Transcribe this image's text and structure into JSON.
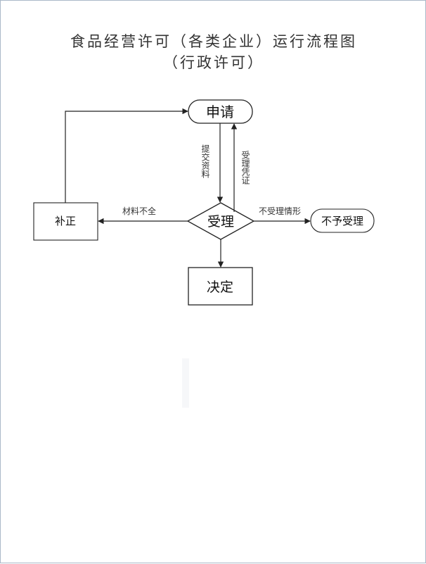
{
  "title": {
    "line1": "食品经营许可（各类企业）运行流程图",
    "line2": "（行政许可）"
  },
  "nodes": {
    "apply": "申请",
    "accept": "受理",
    "correct": "补正",
    "reject": "不予受理",
    "decide": "决定"
  },
  "edges": {
    "submit_materials": "提交资料",
    "acceptance_certificate": "受理凭证",
    "incomplete_materials": "材料不全",
    "not_accepted_cases": "不受理情形"
  },
  "colors": {
    "line": "#222222",
    "border": "#aab8c8"
  }
}
